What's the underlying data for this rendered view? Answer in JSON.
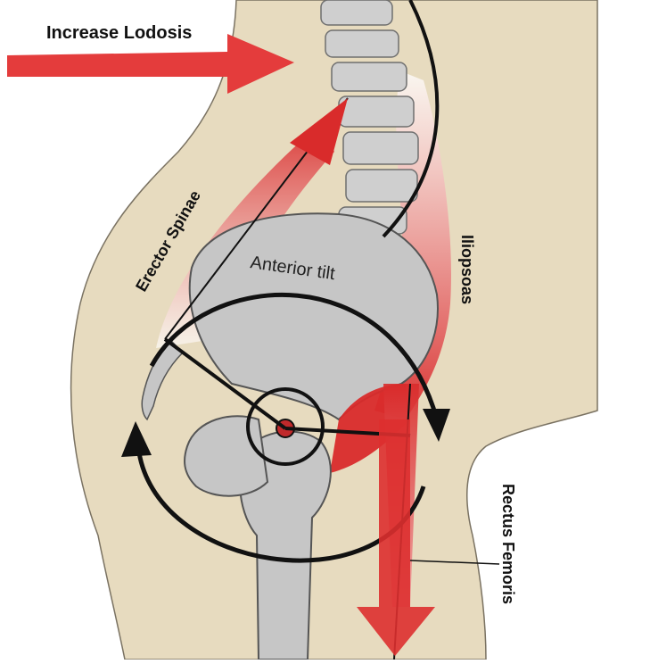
{
  "labels": {
    "increase_lodosis": "Increase Lodosis",
    "erector_spinae": "Erector Spinae",
    "anterior_tilt": "Anterior tilt",
    "iliopsoas": "Iliopsoas",
    "rectus_femoris": "Rectus Femoris"
  },
  "colors": {
    "skin": "#e7dbbf",
    "bone": "#c8c8c8",
    "bone_dark": "#9e9e9e",
    "muscle": "#d92b2b",
    "arrow_red": "#e43c3c",
    "ink": "#111111"
  }
}
